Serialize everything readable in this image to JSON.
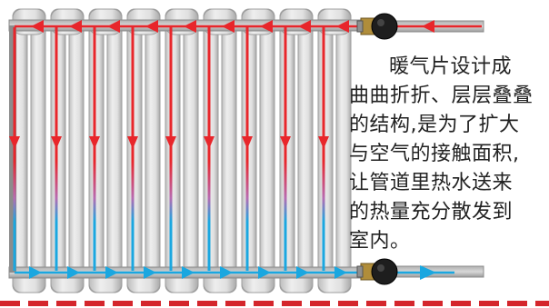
{
  "caption": {
    "lines": [
      "暖气片设计成",
      "曲曲折折、层层叠叠",
      "的结构,是为了扩大",
      "与空气的接触面积,",
      "让管道里热水送来",
      "的热量充分散发到",
      "室内。"
    ]
  },
  "colors": {
    "hot_water": "#e8262b",
    "cool_water": "#1aa7e0",
    "radiator_fin": "#d9d9d9",
    "pipe": "#8c8c8c",
    "dashed_border": "#d4262c"
  },
  "icons": {
    "inlet_valve": "valve-icon",
    "outlet_valve": "valve-icon"
  }
}
